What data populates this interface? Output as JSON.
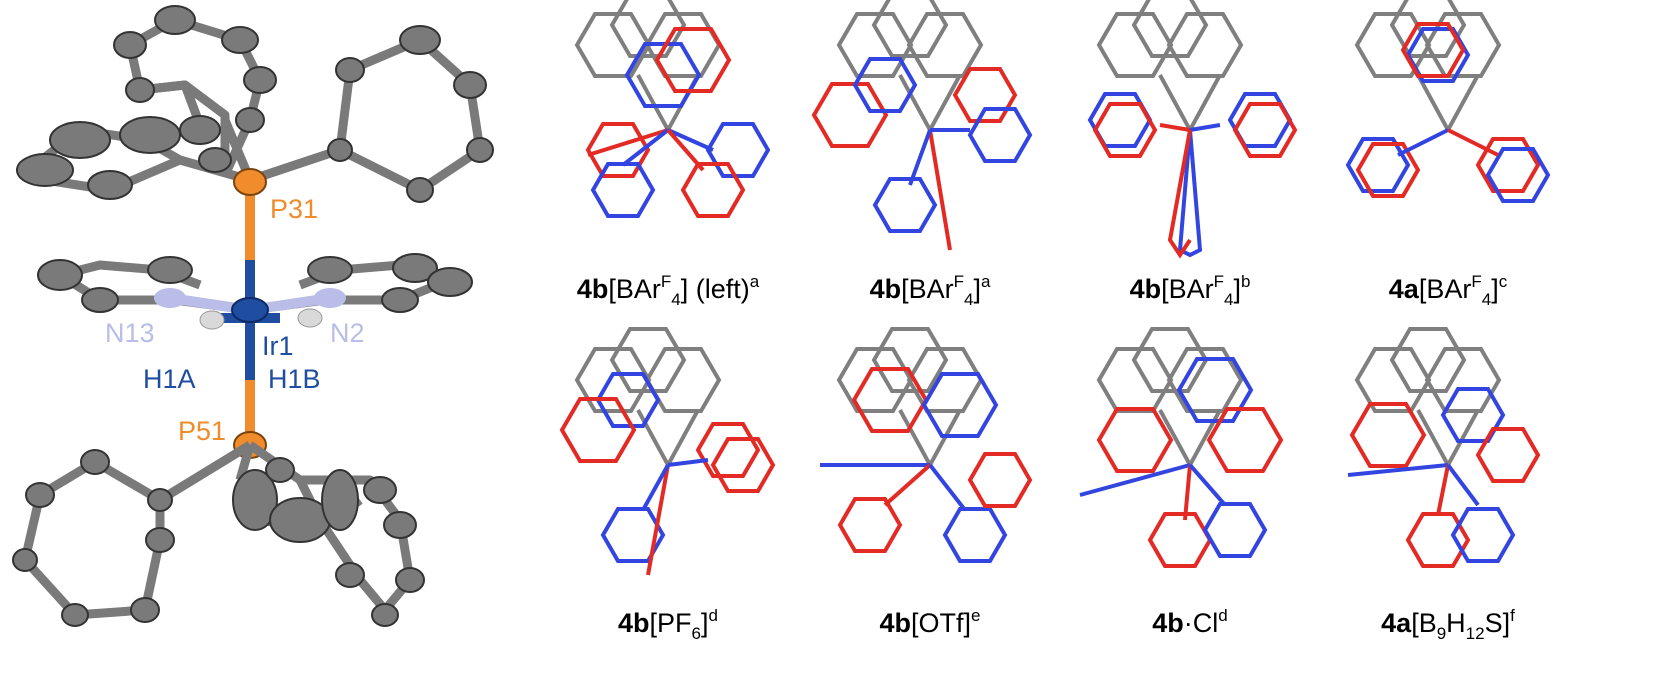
{
  "colors": {
    "carbon": "#7a7a7a",
    "carbon_dark": "#3a3a3a",
    "phosphorus": "#f08c2c",
    "iridium": "#1f4ea0",
    "nitrogen": "#b9bde8",
    "hydrogen": "#d9d9d9",
    "overlay_red": "#e32a24",
    "overlay_blue": "#3245e0",
    "overlay_grey": "#7f7f7f"
  },
  "atom_labels": {
    "p31": "P31",
    "p51": "P51",
    "n13": "N13",
    "n2": "N2",
    "ir1": "Ir1",
    "h1a": "H1A",
    "h1b": "H1B"
  },
  "captions": [
    {
      "bold": "4b",
      "segments": [
        {
          "t": "[BAr"
        },
        {
          "t": "F",
          "sup": true
        },
        {
          "t": "4",
          "sub": true
        },
        {
          "t": "] (left)"
        },
        {
          "t": "a",
          "sup": true
        }
      ]
    },
    {
      "bold": "4b",
      "segments": [
        {
          "t": "[BAr"
        },
        {
          "t": "F",
          "sup": true
        },
        {
          "t": "4",
          "sub": true
        },
        {
          "t": "]"
        },
        {
          "t": "a",
          "sup": true
        }
      ]
    },
    {
      "bold": "4b",
      "segments": [
        {
          "t": "[BAr"
        },
        {
          "t": "F",
          "sup": true
        },
        {
          "t": "4",
          "sub": true
        },
        {
          "t": "]"
        },
        {
          "t": "b",
          "sup": true
        }
      ]
    },
    {
      "bold": "4a",
      "segments": [
        {
          "t": "[BAr"
        },
        {
          "t": "F",
          "sup": true
        },
        {
          "t": "4",
          "sub": true
        },
        {
          "t": "]"
        },
        {
          "t": "c",
          "sup": true
        }
      ]
    },
    {
      "bold": "4b",
      "segments": [
        {
          "t": "[PF"
        },
        {
          "t": "6",
          "sub": true
        },
        {
          "t": "]"
        },
        {
          "t": "d",
          "sup": true
        }
      ]
    },
    {
      "bold": "4b",
      "segments": [
        {
          "t": "[OTf]"
        },
        {
          "t": "e",
          "sup": true
        }
      ]
    },
    {
      "bold": "4b",
      "segments": [
        {
          "t": "·Cl"
        },
        {
          "t": "d",
          "sup": true
        }
      ]
    },
    {
      "bold": "4a",
      "segments": [
        {
          "t": "[B"
        },
        {
          "t": "9",
          "sub": true
        },
        {
          "t": "H"
        },
        {
          "t": "12",
          "sub": true
        },
        {
          "t": "S]"
        },
        {
          "t": "f",
          "sup": true
        }
      ]
    }
  ]
}
